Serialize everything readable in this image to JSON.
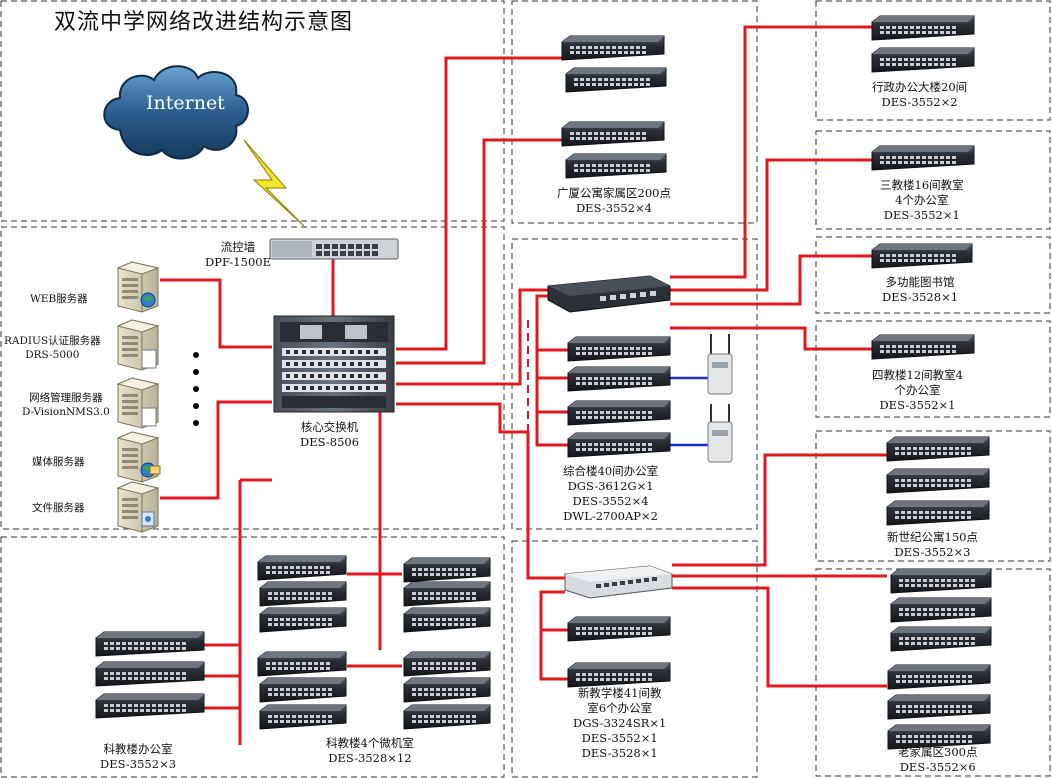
{
  "title": "双流中学网络改进结构示意图",
  "internet_label": "Internet",
  "firewall": {
    "name": "流控墙",
    "model": "DPF-1500E"
  },
  "core": {
    "name": "核心交换机",
    "model": "DES-8506"
  },
  "servers": [
    {
      "lines": [
        "WEB服务器"
      ]
    },
    {
      "lines": [
        "RADIUS认证服务器",
        "DRS-5000"
      ]
    },
    {
      "lines": [
        "网络管理服务器",
        "D-VisionNMS3.0"
      ]
    },
    {
      "lines": [
        "媒体服务器"
      ]
    },
    {
      "lines": [
        "文件服务器"
      ]
    }
  ],
  "groups": {
    "guangxia": [
      "广厦公寓家属区200点",
      "DES-3552×4"
    ],
    "zonghe": [
      "综合楼40间办公室",
      "DGS-3612G×1",
      "DES-3552×4",
      "DWL-2700AP×2"
    ],
    "xinjiaoxue": [
      "新教学楼41间教",
      "室6个办公室",
      "DGS-3324SR×1",
      "DES-3552×1",
      "DES-3528×1"
    ],
    "keji_office": [
      "科教楼办公室",
      "DES-3552×3"
    ],
    "keji_lab": [
      "科教楼4个微机室",
      "DES-3528×12"
    ],
    "xingzheng": [
      "行政办公大楼20间",
      "DES-3552×2"
    ],
    "sanjiao": [
      "三教楼16间教室",
      "4个办公室",
      "DES-3552×1"
    ],
    "library": [
      "多功能图书馆",
      "DES-3528×1"
    ],
    "sijiao": [
      "四教楼12间教室4",
      "个办公室",
      "DES-3552×1"
    ],
    "xinshiji": [
      "新世纪公寓150点",
      "DES-3552×3"
    ],
    "laojia": [
      "老家属区300点",
      "DES-3552×6"
    ]
  },
  "colors": {
    "link": "#e0191f",
    "wireless": "#1a2fd8",
    "dash": "#333333",
    "switch_body": "#2b2f36",
    "cloud": "#2a5e8e"
  }
}
